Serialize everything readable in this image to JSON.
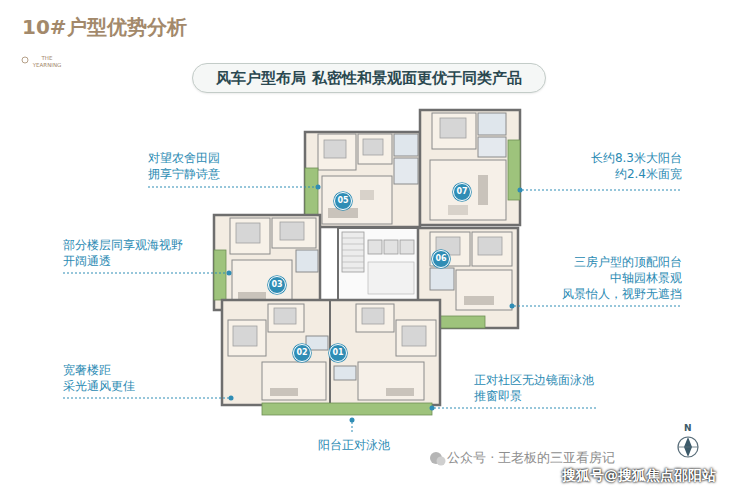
{
  "diagram": {
    "title": "10#户型优势分析",
    "nodes": [
      {
        "text": [
          "风车户型布局 私密性和景观面更优于同类产品"
        ]
      },
      {
        "text": [
          "05"
        ]
      },
      {
        "text": [
          "07"
        ]
      },
      {
        "text": [
          "06"
        ]
      },
      {
        "text": [
          "03"
        ]
      },
      {
        "text": [
          "02"
        ]
      },
      {
        "text": [
          "01"
        ]
      }
    ],
    "labels": [
      "THE YEARNING",
      "对望农舍田园 拥享宁静诗意",
      "部分楼层同享观海视野 开阔通透",
      "宽奢楼距 采光通风更佳",
      "长约8.3米大阳台 约2.4米面宽",
      "三房户型的顶配阳台 中轴园林景观 风景怡人，视野无遮挡",
      "正对社区无边镜面泳池 推窗即景",
      "阳台正对泳池",
      "N",
      "公众号 · 王老板的三亚看房记",
      "搜狐号@搜狐焦点邵阳站"
    ]
  }
}
